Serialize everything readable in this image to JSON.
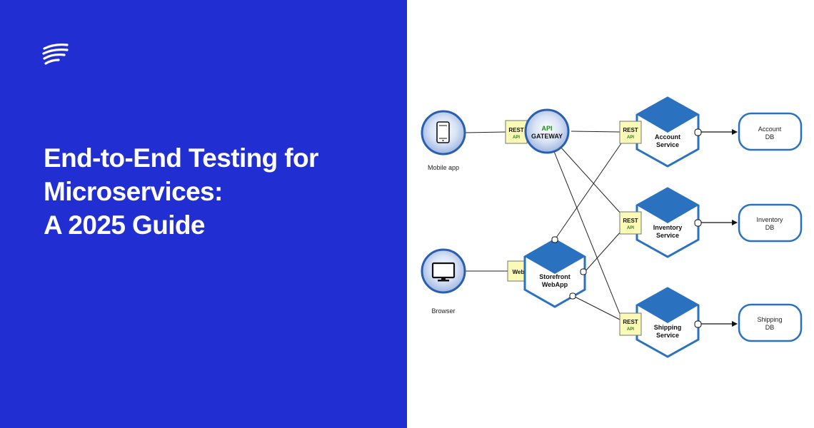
{
  "title": {
    "line1": "End-to-End Testing for",
    "line2": "Microservices:",
    "line3": "A 2025 Guide"
  },
  "icons": {
    "logo": "signal-waves-logo",
    "mobile": "mobile-phone-icon",
    "browser": "desktop-monitor-icon"
  },
  "colors": {
    "background": "#212ed2",
    "service_blue": "#2a71c0",
    "api_badge": "#fbf9b6",
    "api_green": "#1a8a1a"
  },
  "diagram": {
    "clients": [
      {
        "label": "Mobile app"
      },
      {
        "label": "Browser"
      }
    ],
    "gateway": {
      "line1": "API",
      "line2": "GATEWAY"
    },
    "gateway_badge": {
      "top": "REST",
      "bottom": "API"
    },
    "web_badge": {
      "label": "Web"
    },
    "storefront": {
      "line1": "Storefront",
      "line2": "WebApp"
    },
    "services": [
      {
        "line1": "Account",
        "line2": "Service",
        "badge_top": "REST",
        "badge_bottom": "API"
      },
      {
        "line1": "Inventory",
        "line2": "Service",
        "badge_top": "REST",
        "badge_bottom": "API"
      },
      {
        "line1": "Shipping",
        "line2": "Service",
        "badge_top": "REST",
        "badge_bottom": "API"
      }
    ],
    "databases": [
      {
        "line1": "Account",
        "line2": "DB"
      },
      {
        "line1": "Inventory",
        "line2": "DB"
      },
      {
        "line1": "Shipping",
        "line2": "DB"
      }
    ]
  }
}
